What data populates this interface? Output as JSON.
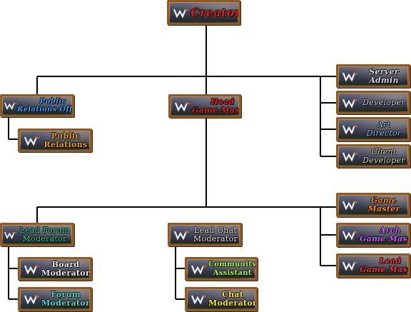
{
  "nodes": {
    "creator": {
      "lines": [
        "Creator"
      ]
    },
    "pr_officer": {
      "lines": [
        "Public",
        "Relations Officer"
      ]
    },
    "pr": {
      "lines": [
        "Public",
        "Relations"
      ]
    },
    "head_gm": {
      "lines": [
        "Head",
        "Game Master"
      ]
    },
    "server": {
      "lines": [
        "Server",
        "Admin"
      ]
    },
    "developer": {
      "lines": [
        "Developer"
      ]
    },
    "art": {
      "lines": [
        "Art",
        "Director"
      ]
    },
    "client": {
      "lines": [
        "Client",
        "Developer"
      ]
    },
    "lead_forum": {
      "lines": [
        "Lead Forum",
        "Moderator"
      ]
    },
    "board": {
      "lines": [
        "Board",
        "Moderator"
      ]
    },
    "forum": {
      "lines": [
        "Forum",
        "Moderator"
      ]
    },
    "lead_chat": {
      "lines": [
        "Lead Chat",
        "Moderator"
      ]
    },
    "community": {
      "lines": [
        "Community",
        "Assistant"
      ]
    },
    "chat": {
      "lines": [
        "Chat",
        "Moderator"
      ]
    },
    "gm": {
      "lines": [
        "Game",
        "Master"
      ]
    },
    "arch_gm": {
      "lines": [
        "Arch",
        "Game Master"
      ]
    },
    "lead_gm": {
      "lines": [
        "Lead",
        "Game Master"
      ]
    }
  },
  "colors": {
    "connector": "#000000",
    "border": "#8a5a2b",
    "creator_text": "#e0201c",
    "head_gm_text": "#e0201c",
    "pr_officer_text": "#3aa0ff",
    "pr_text": "#f0a020",
    "tech_text": "#d9d9e8",
    "lead_forum_text": "#30e0a0",
    "board_text": "#f2f2f2",
    "forum_text": "#50e0d0",
    "lead_chat_text": "#eeeeee",
    "community_text": "#b8ff40",
    "chat_text": "#ffea30",
    "gm_text": "#ff8a1c",
    "arch_gm_text": "#c060ff",
    "lead_gm_text": "#ff3030"
  }
}
